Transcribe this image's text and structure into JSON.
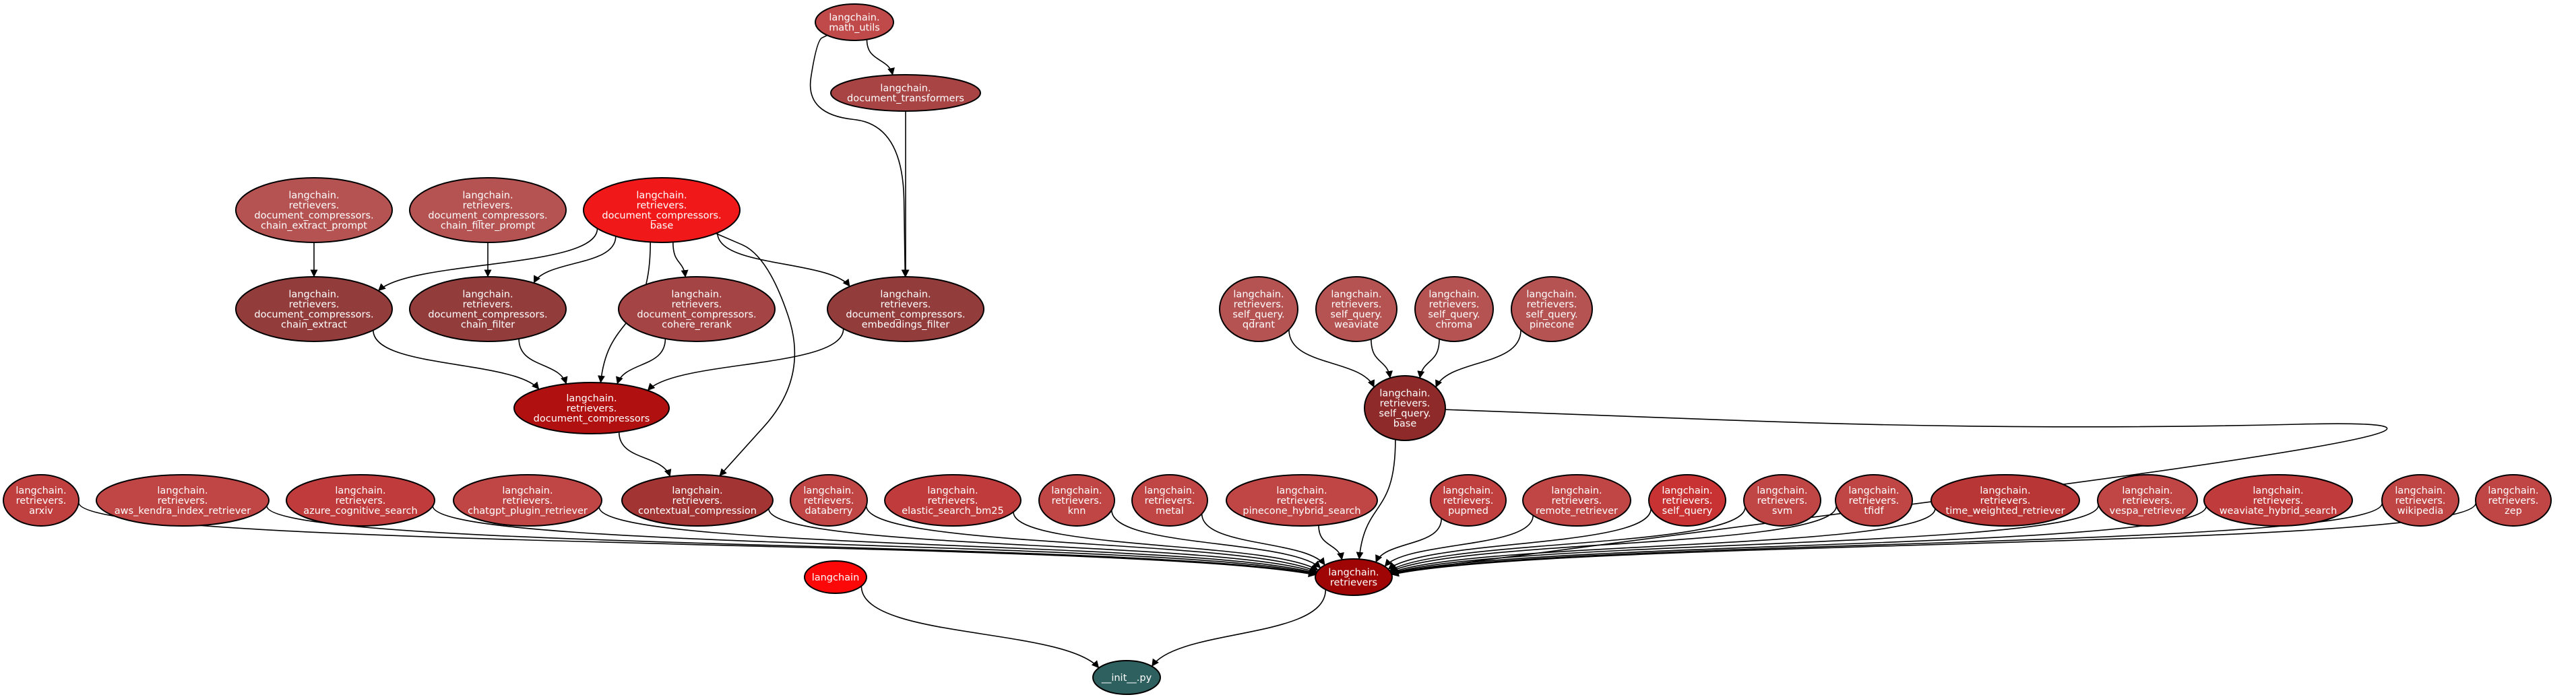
{
  "graph": {
    "colors": {
      "edge": "#000000",
      "outline": "#000000",
      "label": "#ffffff"
    },
    "nodes": [
      {
        "id": "math_utils",
        "label": "langchain.\nmath_utils",
        "fill": "#c04a4a"
      },
      {
        "id": "document_transformers",
        "label": "langchain.\ndocument_transformers",
        "fill": "#a94444"
      },
      {
        "id": "dc_chain_extract_prompt",
        "label": "langchain.\nretrievers.\ndocument_compressors.\nchain_extract_prompt",
        "fill": "#b55252"
      },
      {
        "id": "dc_chain_filter_prompt",
        "label": "langchain.\nretrievers.\ndocument_compressors.\nchain_filter_prompt",
        "fill": "#b55252"
      },
      {
        "id": "dc_base",
        "label": "langchain.\nretrievers.\ndocument_compressors.\nbase",
        "fill": "#f01818"
      },
      {
        "id": "dc_chain_extract",
        "label": "langchain.\nretrievers.\ndocument_compressors.\nchain_extract",
        "fill": "#933c3c"
      },
      {
        "id": "dc_chain_filter",
        "label": "langchain.\nretrievers.\ndocument_compressors.\nchain_filter",
        "fill": "#933c3c"
      },
      {
        "id": "dc_cohere_rerank",
        "label": "langchain.\nretrievers.\ndocument_compressors.\ncohere_rerank",
        "fill": "#a54444"
      },
      {
        "id": "dc_embeddings_filter",
        "label": "langchain.\nretrievers.\ndocument_compressors.\nembeddings_filter",
        "fill": "#933c3c"
      },
      {
        "id": "document_compressors",
        "label": "langchain.\nretrievers.\ndocument_compressors",
        "fill": "#b01010"
      },
      {
        "id": "sq_qdrant",
        "label": "langchain.\nretrievers.\nself_query.\nqdrant",
        "fill": "#b55252"
      },
      {
        "id": "sq_weaviate",
        "label": "langchain.\nretrievers.\nself_query.\nweaviate",
        "fill": "#b55252"
      },
      {
        "id": "sq_chroma",
        "label": "langchain.\nretrievers.\nself_query.\nchroma",
        "fill": "#b55252"
      },
      {
        "id": "sq_pinecone",
        "label": "langchain.\nretrievers.\nself_query.\npinecone",
        "fill": "#b55252"
      },
      {
        "id": "sq_base",
        "label": "langchain.\nretrievers.\nself_query.\nbase",
        "fill": "#8f2a2a"
      },
      {
        "id": "arxiv",
        "label": "langchain.\nretrievers.\narxiv",
        "fill": "#c04040"
      },
      {
        "id": "aws_kendra",
        "label": "langchain.\nretrievers.\naws_kendra_index_retriever",
        "fill": "#c04545"
      },
      {
        "id": "azure",
        "label": "langchain.\nretrievers.\nazure_cognitive_search",
        "fill": "#c03c3c"
      },
      {
        "id": "chatgpt",
        "label": "langchain.\nretrievers.\nchatgpt_plugin_retriever",
        "fill": "#c04545"
      },
      {
        "id": "contextual",
        "label": "langchain.\nretrievers.\ncontextual_compression",
        "fill": "#a33434"
      },
      {
        "id": "databerry",
        "label": "langchain.\nretrievers.\ndataberry",
        "fill": "#c04545"
      },
      {
        "id": "elastic",
        "label": "langchain.\nretrievers.\nelastic_search_bm25",
        "fill": "#c03c3c"
      },
      {
        "id": "knn",
        "label": "langchain.\nretrievers.\nknn",
        "fill": "#c04545"
      },
      {
        "id": "metal",
        "label": "langchain.\nretrievers.\nmetal",
        "fill": "#c04545"
      },
      {
        "id": "pinecone_hybrid",
        "label": "langchain.\nretrievers.\npinecone_hybrid_search",
        "fill": "#c04545"
      },
      {
        "id": "pubmed",
        "label": "langchain.\nretrievers.\npupmed",
        "fill": "#c04040"
      },
      {
        "id": "remote",
        "label": "langchain.\nretrievers.\nremote_retriever",
        "fill": "#c04545"
      },
      {
        "id": "self_query",
        "label": "langchain.\nretrievers.\nself_query",
        "fill": "#c83232"
      },
      {
        "id": "svm",
        "label": "langchain.\nretrievers.\nsvm",
        "fill": "#c04545"
      },
      {
        "id": "tfidf",
        "label": "langchain.\nretrievers.\ntfidf",
        "fill": "#c04545"
      },
      {
        "id": "time_weighted",
        "label": "langchain.\nretrievers.\ntime_weighted_retriever",
        "fill": "#b93636"
      },
      {
        "id": "vespa",
        "label": "langchain.\nretrievers.\nvespa_retriever",
        "fill": "#c04545"
      },
      {
        "id": "weaviate_hybrid",
        "label": "langchain.\nretrievers.\nweaviate_hybrid_search",
        "fill": "#c03c3c"
      },
      {
        "id": "wikipedia",
        "label": "langchain.\nretrievers.\nwikipedia",
        "fill": "#c04545"
      },
      {
        "id": "zep",
        "label": "langchain.\nretrievers.\nzep",
        "fill": "#c04545"
      },
      {
        "id": "langchain",
        "label": "langchain",
        "fill": "#fc0808"
      },
      {
        "id": "retrievers",
        "label": "langchain.\nretrievers",
        "fill": "#a00505"
      },
      {
        "id": "init",
        "label": "__init__.py",
        "fill": "#2f6060"
      }
    ],
    "edges": [
      {
        "from": "math_utils",
        "to": "document_transformers"
      },
      {
        "from": "math_utils",
        "to": "dc_embeddings_filter"
      },
      {
        "from": "document_transformers",
        "to": "dc_embeddings_filter"
      },
      {
        "from": "dc_chain_extract_prompt",
        "to": "dc_chain_extract"
      },
      {
        "from": "dc_chain_filter_prompt",
        "to": "dc_chain_filter"
      },
      {
        "from": "dc_base",
        "to": "dc_chain_extract"
      },
      {
        "from": "dc_base",
        "to": "dc_chain_filter"
      },
      {
        "from": "dc_base",
        "to": "dc_cohere_rerank"
      },
      {
        "from": "dc_base",
        "to": "dc_embeddings_filter"
      },
      {
        "from": "dc_base",
        "to": "document_compressors"
      },
      {
        "from": "dc_base",
        "to": "contextual"
      },
      {
        "from": "dc_chain_extract",
        "to": "document_compressors"
      },
      {
        "from": "dc_chain_filter",
        "to": "document_compressors"
      },
      {
        "from": "dc_cohere_rerank",
        "to": "document_compressors"
      },
      {
        "from": "dc_embeddings_filter",
        "to": "document_compressors"
      },
      {
        "from": "document_compressors",
        "to": "contextual"
      },
      {
        "from": "sq_qdrant",
        "to": "sq_base"
      },
      {
        "from": "sq_weaviate",
        "to": "sq_base"
      },
      {
        "from": "sq_chroma",
        "to": "sq_base"
      },
      {
        "from": "sq_pinecone",
        "to": "sq_base"
      },
      {
        "from": "sq_base",
        "to": "retrievers"
      },
      {
        "from": "sq_base",
        "to": "retrievers",
        "route": "wide"
      },
      {
        "from": "arxiv",
        "to": "retrievers"
      },
      {
        "from": "aws_kendra",
        "to": "retrievers"
      },
      {
        "from": "azure",
        "to": "retrievers"
      },
      {
        "from": "chatgpt",
        "to": "retrievers"
      },
      {
        "from": "contextual",
        "to": "retrievers"
      },
      {
        "from": "databerry",
        "to": "retrievers"
      },
      {
        "from": "elastic",
        "to": "retrievers"
      },
      {
        "from": "knn",
        "to": "retrievers"
      },
      {
        "from": "metal",
        "to": "retrievers"
      },
      {
        "from": "pinecone_hybrid",
        "to": "retrievers"
      },
      {
        "from": "pubmed",
        "to": "retrievers"
      },
      {
        "from": "remote",
        "to": "retrievers"
      },
      {
        "from": "self_query",
        "to": "retrievers"
      },
      {
        "from": "svm",
        "to": "retrievers"
      },
      {
        "from": "tfidf",
        "to": "retrievers"
      },
      {
        "from": "time_weighted",
        "to": "retrievers"
      },
      {
        "from": "vespa",
        "to": "retrievers"
      },
      {
        "from": "weaviate_hybrid",
        "to": "retrievers"
      },
      {
        "from": "wikipedia",
        "to": "retrievers"
      },
      {
        "from": "zep",
        "to": "retrievers"
      },
      {
        "from": "langchain",
        "to": "init"
      },
      {
        "from": "retrievers",
        "to": "init"
      }
    ]
  }
}
